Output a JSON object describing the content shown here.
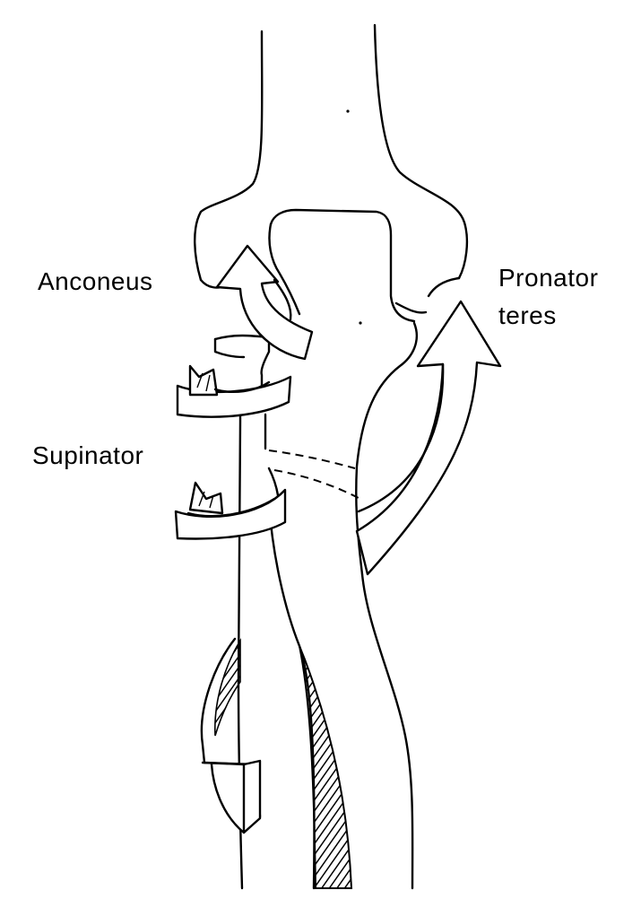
{
  "labels": {
    "anconeus": "Anconeus",
    "pronator_line1": "Pronator",
    "pronator_line2": "teres",
    "supinator": "Supinator"
  },
  "colors": {
    "ink": "#000000",
    "paper": "#ffffff"
  }
}
